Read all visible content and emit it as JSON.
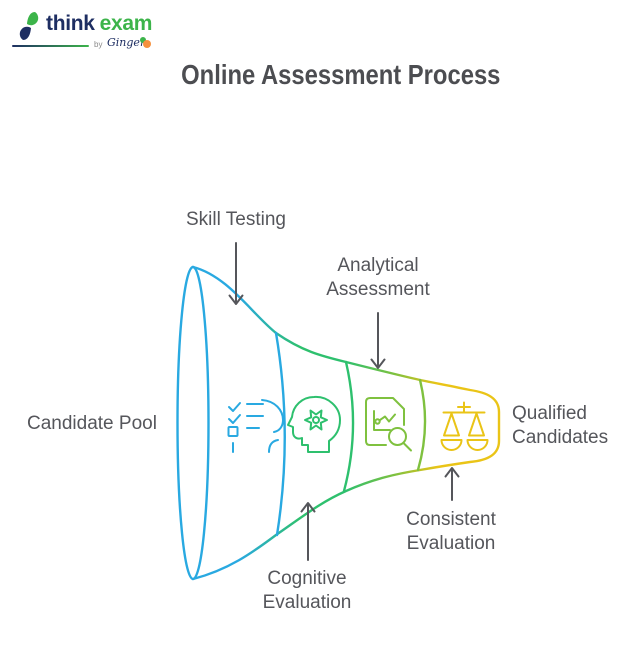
{
  "brand": {
    "name_primary": "think",
    "name_secondary": "exam",
    "byline_prefix": "by",
    "byline_name": "Ginger"
  },
  "title": "Online Assessment Process",
  "diagram": {
    "type": "funnel",
    "input_label": "Candidate Pool",
    "output_label": "Qualified\nCandidates",
    "stages": [
      {
        "label": "Skill Testing",
        "icon": "checklist-profile-icon",
        "color": "#29A9E1",
        "label_position": "top"
      },
      {
        "label": "Cognitive\nEvaluation",
        "icon": "head-gear-icon",
        "color": "#2EC06E",
        "label_position": "bottom"
      },
      {
        "label": "Analytical\nAssessment",
        "icon": "document-chart-magnifier-icon",
        "color": "#7FC13F",
        "label_position": "top"
      },
      {
        "label": "Consistent\nEvaluation",
        "icon": "balance-scales-icon",
        "color": "#EAC417",
        "label_position": "bottom"
      }
    ]
  },
  "palette": {
    "blue": "#29A9E1",
    "green": "#2EC06E",
    "light_green": "#7FC13F",
    "yellow": "#EAC417",
    "text_gray": "#55565B",
    "title_gray": "#4C4D51",
    "logo_navy": "#1E2E62",
    "logo_green": "#3CB44A",
    "logo_orange": "#F5913E"
  }
}
